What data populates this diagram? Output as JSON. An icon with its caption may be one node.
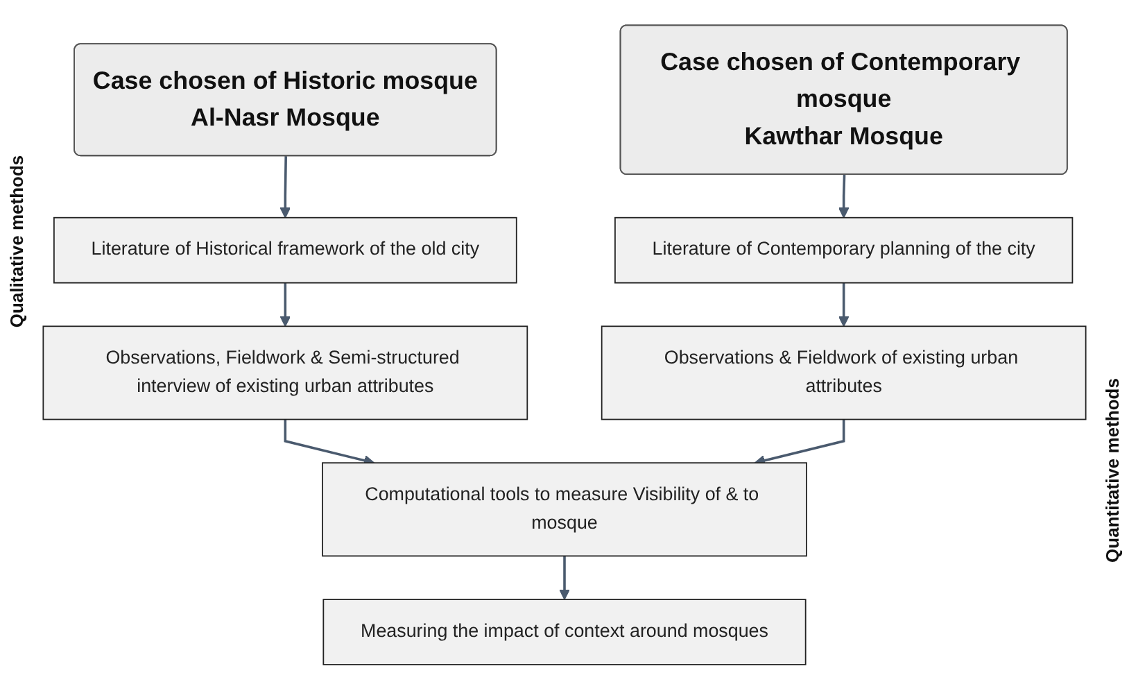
{
  "diagram": {
    "nodes": [
      {
        "text": [
          "Case chosen of Historic mosque",
          "Al-Nasr Mosque"
        ]
      },
      {
        "text": [
          "Case chosen of Contemporary mosque",
          "Kawthar Mosque"
        ]
      },
      {
        "text": [
          "Literature of Historical framework of the old city"
        ]
      },
      {
        "text": [
          "Literature of Contemporary planning of the city"
        ]
      },
      {
        "text": [
          "Observations, Fieldwork & Semi-structured interview of existing urban attributes"
        ]
      },
      {
        "text": [
          "Observations & Fieldwork of existing urban attributes"
        ]
      },
      {
        "text": [
          "Computational tools to measure Visibility of & to mosque"
        ]
      },
      {
        "text": [
          "Measuring the impact of context around mosques"
        ]
      }
    ],
    "edges": [
      {
        "from": 0,
        "to": 2,
        "arrow": "to"
      },
      {
        "from": 2,
        "to": 4,
        "arrow": "to"
      },
      {
        "from": 1,
        "to": 3,
        "arrow": "to"
      },
      {
        "from": 3,
        "to": 5,
        "arrow": "to"
      },
      {
        "from": 4,
        "to": 6,
        "arrow": "to"
      },
      {
        "from": 5,
        "to": 6,
        "arrow": "to"
      },
      {
        "from": 6,
        "to": 7,
        "arrow": "to"
      }
    ],
    "labels": [
      "Qualitative methods",
      "Quantitative methods"
    ]
  }
}
